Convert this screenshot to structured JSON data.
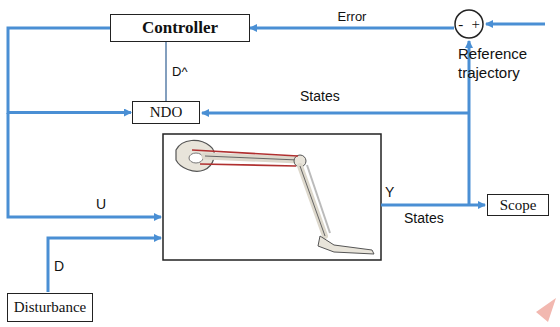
{
  "diagram": {
    "nodes": [
      {
        "text": [
          "Controller"
        ]
      },
      {
        "text": [
          "-",
          "+"
        ]
      },
      {
        "text": [
          "NDO"
        ]
      },
      {
        "text": [
          "Scope"
        ]
      },
      {
        "text": [
          "Disturbance"
        ]
      }
    ],
    "edges": [
      {
        "from": 1,
        "to": 0,
        "arrow": "to",
        "label": "Error"
      },
      {
        "from": 2,
        "to": 0,
        "arrow": "none",
        "label": "D^"
      },
      {
        "from": 0,
        "to": 2,
        "arrow": "to"
      }
    ],
    "labels": [
      "Reference trajectory",
      "States",
      "U",
      "Y",
      "States",
      "D"
    ]
  }
}
